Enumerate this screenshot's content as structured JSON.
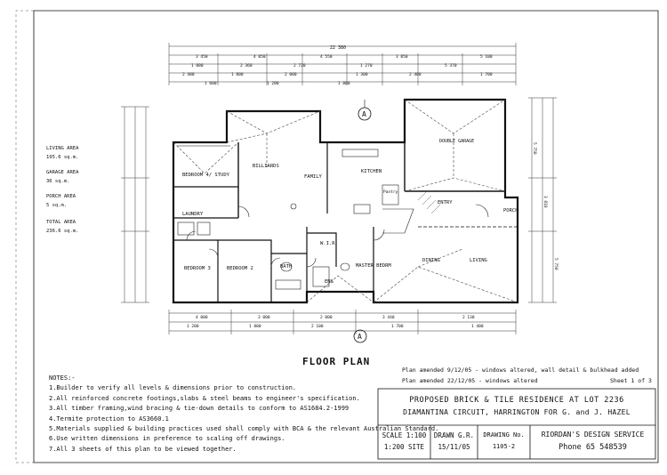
{
  "drawing": {
    "plan_title": "FLOOR PLAN",
    "section_marker": "A",
    "overall_width": "22 380",
    "areas": [
      {
        "label": "LIVING AREA",
        "value": "195.6 sq.m."
      },
      {
        "label": "GARAGE AREA",
        "value": "36 sq.m."
      },
      {
        "label": "PORCH AREA",
        "value": "5 sq.m."
      },
      {
        "label": "TOTAL AREA",
        "value": "236.6 sq.m."
      }
    ],
    "rooms": [
      "BEDROOM 4/ STUDY",
      "BILLIARDS",
      "FAMILY",
      "KITCHEN",
      "DOUBLE GARAGE",
      "LAUNDRY",
      "BEDROOM 3",
      "BEDROOM 2",
      "BATH",
      "W.I.R.",
      "ENS",
      "MASTER BEDRM",
      "DINING",
      "LIVING",
      "ENTRY",
      "PORCH",
      "Pantry"
    ]
  },
  "notes": {
    "heading": "NOTES:-",
    "items": [
      "1.Builder to verify all levels & dimensions prior to construction.",
      "2.All reinforced concrete footings,slabs & steel beams to engineer's specification.",
      "3.All timber framing,wind bracing & tie-down details to conform to AS1684.2-1999",
      "4.Termite protection to AS3660.1",
      "5.Materials supplied & building practices used shall comply with BCA & the relevant Australian Standard.",
      "6.Use written dimensions in preference to scaling off drawings.",
      "7.All 3 sheets of this plan to be viewed together."
    ]
  },
  "amendments": [
    "Plan amended 9/12/05 - windows altered, wall detail & bulkhead added",
    "Plan amended 22/12/05 - windows altered"
  ],
  "title_block": {
    "sheet": "Sheet 1 of 3",
    "project_line1": "PROPOSED BRICK & TILE RESIDENCE AT LOT 2236",
    "project_line2": "DIAMANTINA CIRCUIT, HARRINGTON FOR G. and J. HAZEL",
    "scale_label": "SCALE 1:100",
    "scale_site": "1:200 SITE",
    "drawn_by": "DRAWN G.R.",
    "drawn_date": "15/11/05",
    "drawing_no_label": "DRAWING No.",
    "drawing_no": "1105-2",
    "company": "RIORDAN'S DESIGN SERVICE",
    "phone": "Phone 65 548539"
  }
}
